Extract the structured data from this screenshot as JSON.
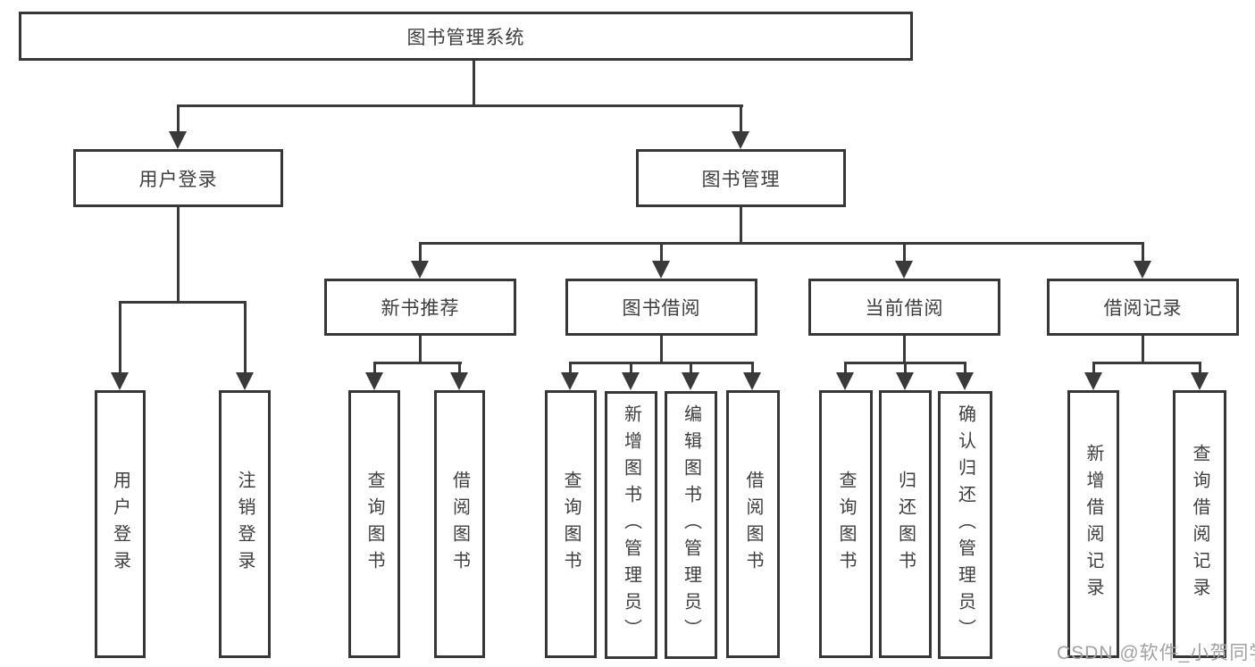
{
  "tree": {
    "root": "图书管理系统",
    "branches": [
      {
        "label": "用户登录",
        "children": [
          "用户登录",
          "注销登录"
        ]
      },
      {
        "label": "图书管理",
        "groups": [
          {
            "label": "新书推荐",
            "children": [
              "查询图书",
              "借阅图书"
            ]
          },
          {
            "label": "图书借阅",
            "children": [
              "查询图书",
              "新增图书（管理员）",
              "编辑图书（管理员）",
              "借阅图书"
            ]
          },
          {
            "label": "当前借阅",
            "children": [
              "查询图书",
              "归还图书",
              "确认归还（管理员）"
            ]
          },
          {
            "label": "借阅记录",
            "children": [
              "新增借阅记录",
              "查询借阅记录"
            ]
          }
        ]
      }
    ]
  },
  "watermark": "CSDN @软件_小贺同学",
  "colors": {
    "line": "#3a3a3a",
    "box_border": "#373737",
    "text": "#3e3e3e",
    "watermark": "#a2a2a2",
    "background": "#ffffff"
  }
}
